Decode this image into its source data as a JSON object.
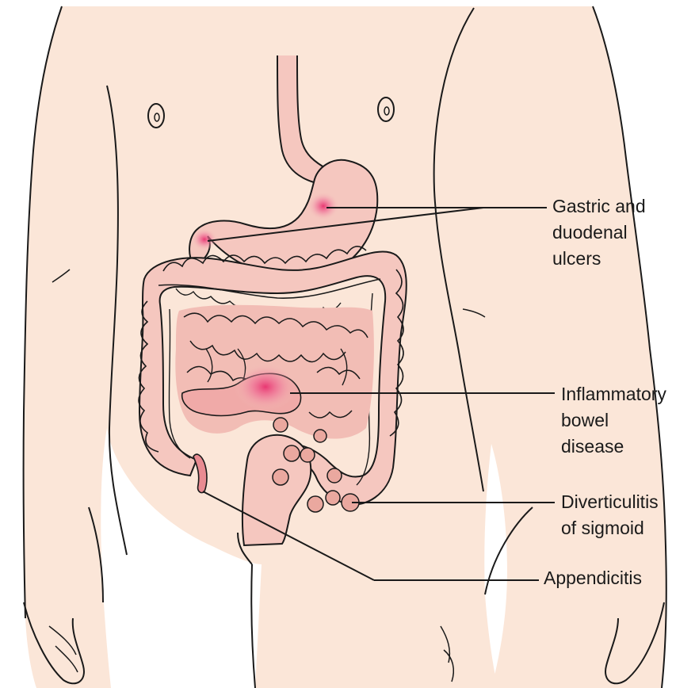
{
  "labels": {
    "gastric": [
      "Gastric and",
      "duodenal",
      "ulcers"
    ],
    "ibd": [
      "Inflammatory",
      "bowel",
      "disease"
    ],
    "diverticulitis": [
      "Diverticulitis",
      "of sigmoid"
    ],
    "appendicitis": [
      "Appendicitis"
    ]
  },
  "colors": {
    "skin": "#fbe6d8",
    "organ": "#f5c7bf",
    "organ_dark": "#eaa89f",
    "outline": "#1a1a1a",
    "inflammation": "#ec4a80"
  }
}
